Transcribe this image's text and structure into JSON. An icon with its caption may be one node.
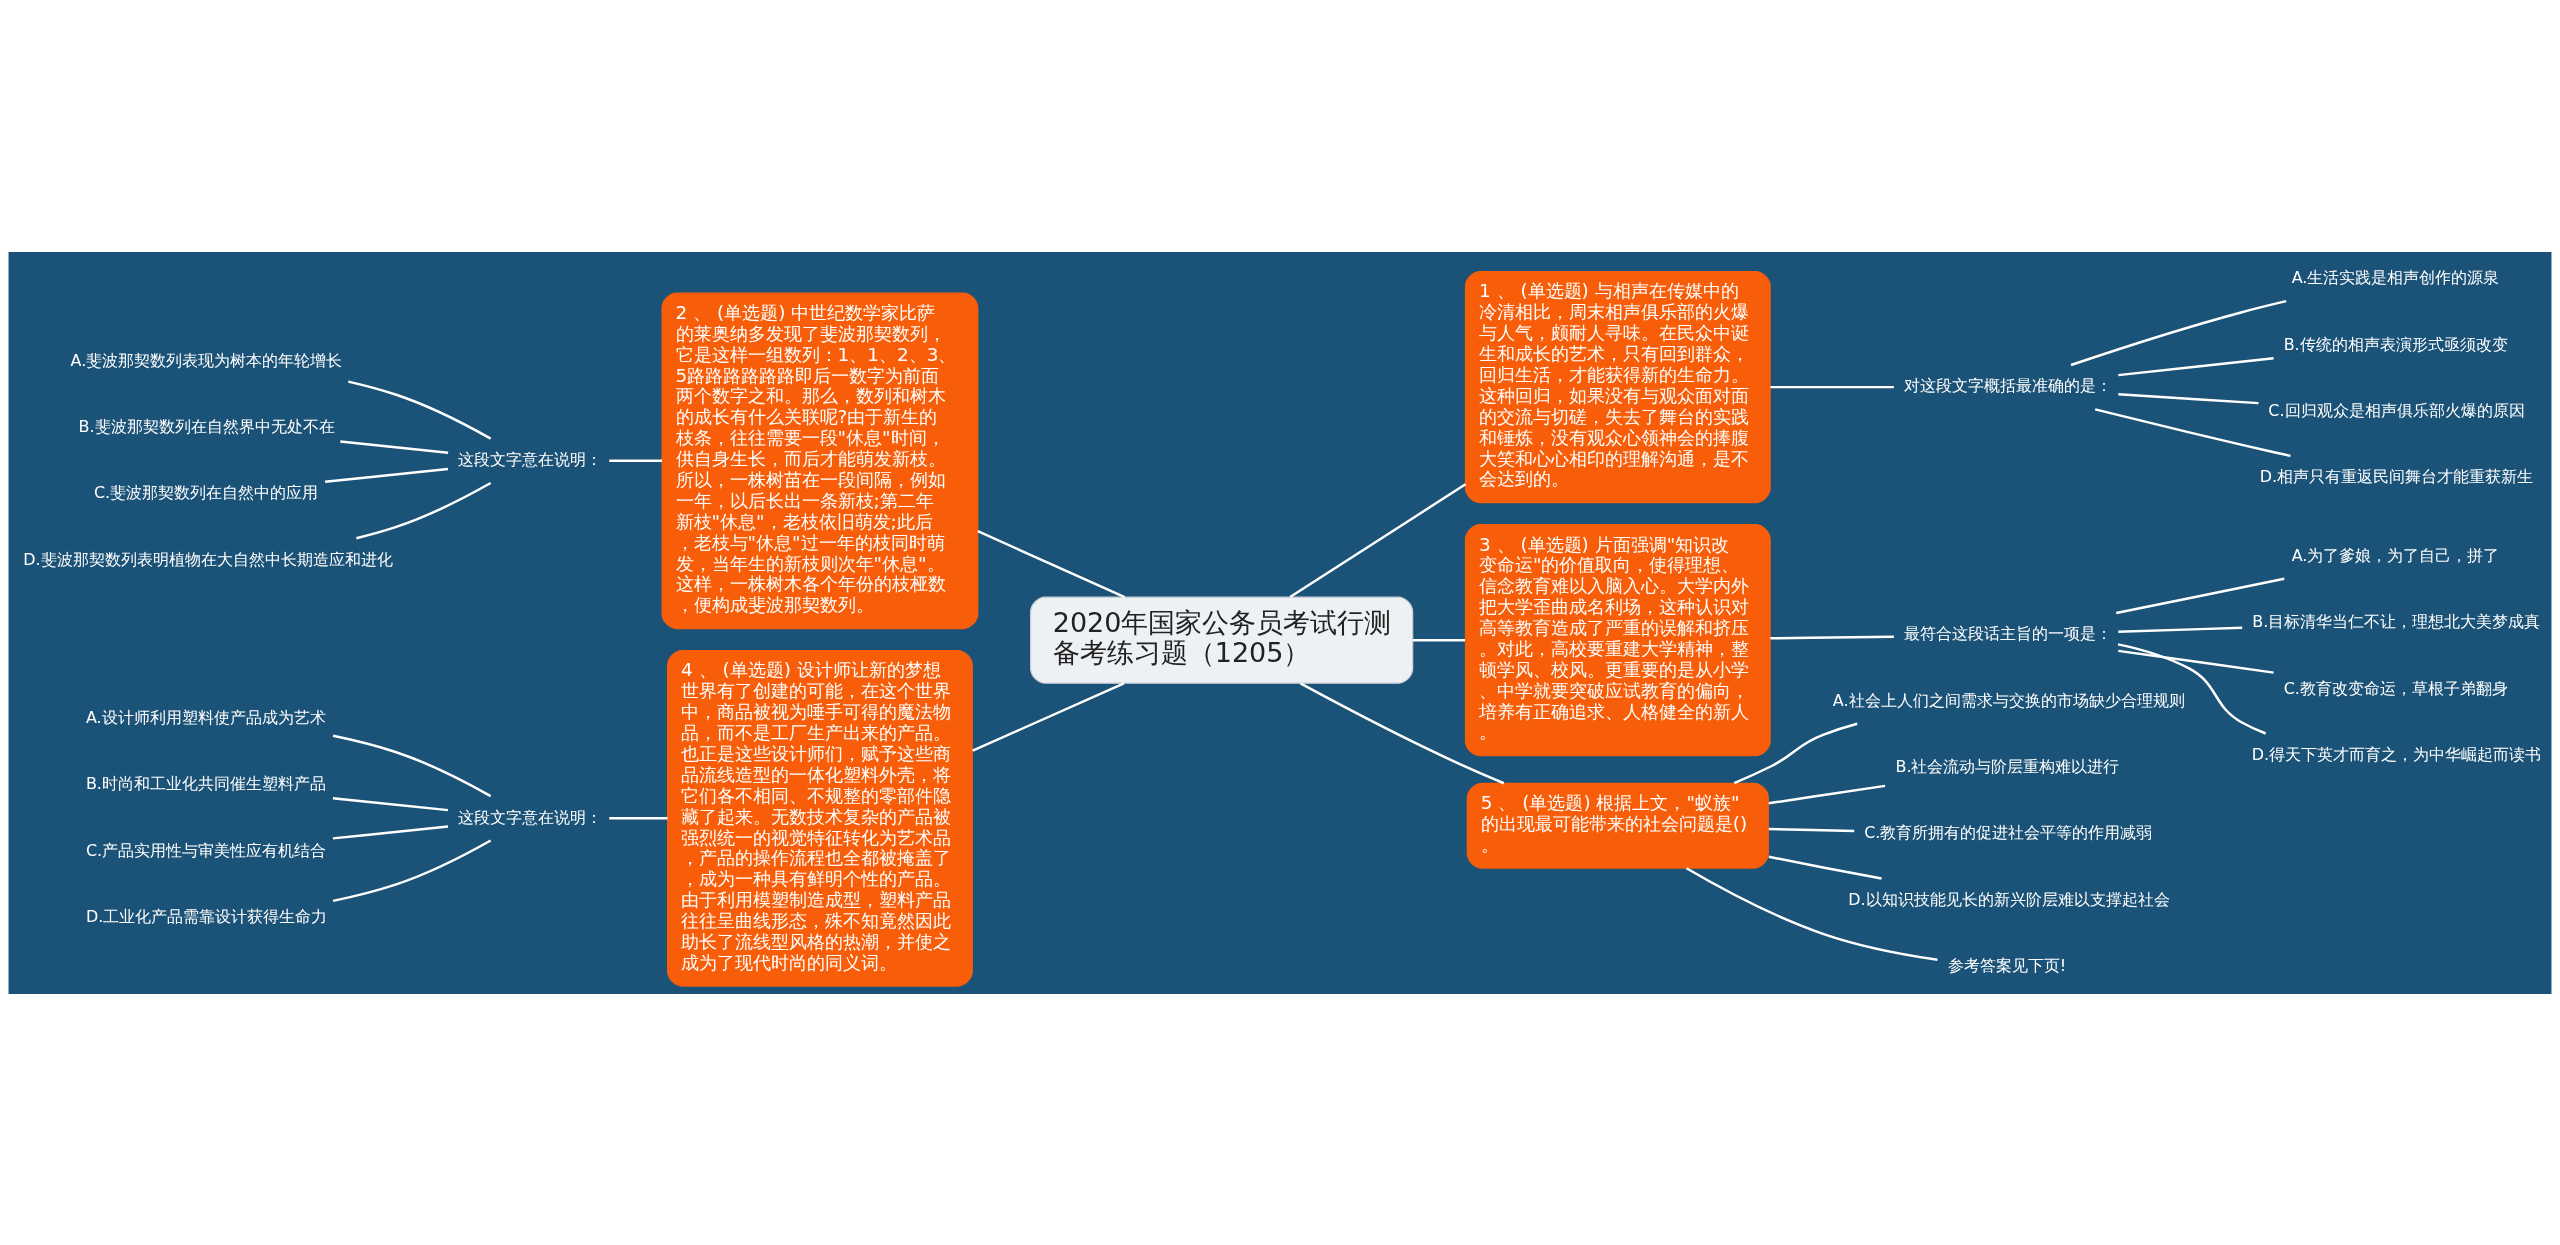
{
  "diagram": {
    "nodes": [
      {
        "text": [
          "2020年国家公务员考试行测备考练习题（1205）"
        ]
      },
      {
        "text": [
          "2 、 (单选题) 中世纪数学家比萨的莱奥纳多发现了斐波那契数列，它是这样一组数列：1、1、2、3、5路路路路路路即后一数字为前面两个数字之和。那么，数列和树木的成长有什么关联呢?由于新生的枝条，往往需要一段\"休息\"时间，供自身生长，而后才能萌发新枝。所以，一株树苗在一段间隔，例如一年，以后长出一条新枝;第二年新枝\"休息\"，老枝依旧萌发;此后，老枝与\"休息\"过一年的枝同时萌发，当年生的新枝则次年\"休息\"。这样，一株树木各个年份的枝桠数，便构成斐波那契数列。"
        ]
      },
      {
        "text": [
          "这段文字意在说明："
        ]
      },
      {
        "text": [
          "A.斐波那契数列表现为树本的年轮增长"
        ]
      },
      {
        "text": [
          "B.斐波那契数列在自然界中无处不在"
        ]
      },
      {
        "text": [
          "C.斐波那契数列在自然中的应用"
        ]
      },
      {
        "text": [
          "D.斐波那契数列表明植物在大自然中长期造应和进化"
        ]
      },
      {
        "text": [
          "4 、 (单选题) 设计师让新的梦想世界有了创建的可能，在这个世界中，商品被视为唾手可得的魔法物品，而不是工厂生产出来的产品。也正是这些设计师们，赋予这些商品流线造型的一体化塑料外壳，将它们各不相同、不规整的零部件隐藏了起来。无数技术复杂的产品被强烈统一的视觉特征转化为艺术品，产品的操作流程也全都被掩盖了，成为一种具有鲜明个性的产品。由于利用模塑制造成型，塑料产品往往呈曲线形态，殊不知竟然因此助长了流线型风格的热潮，并使之成为了现代时尚的同义词。"
        ]
      },
      {
        "text": [
          "这段文字意在说明："
        ]
      },
      {
        "text": [
          "A.设计师利用塑料使产品成为艺术"
        ]
      },
      {
        "text": [
          "B.时尚和工业化共同催生塑料产品"
        ]
      },
      {
        "text": [
          "C.产品实用性与审美性应有机结合"
        ]
      },
      {
        "text": [
          "D.工业化产品需靠设计获得生命力"
        ]
      },
      {
        "text": [
          "1 、 (单选题) 与相声在传媒中的冷清相比，周末相声俱乐部的火爆与人气，颇耐人寻味。在民众中诞生和成长的艺术，只有回到群众，回归生活，才能获得新的生命力。这种回归，如果没有与观众面对面的交流与切磋，失去了舞台的实践和锤炼，没有观众心领神会的捧腹大笑和心心相印的理解沟通，是不会达到的。"
        ]
      },
      {
        "text": [
          "对这段文字概括最准确的是："
        ]
      },
      {
        "text": [
          "A.生活实践是相声创作的源泉"
        ]
      },
      {
        "text": [
          "B.传统的相声表演形式亟须改变"
        ]
      },
      {
        "text": [
          "C.回归观众是相声俱乐部火爆的原因"
        ]
      },
      {
        "text": [
          "D.相声只有重返民间舞台才能重获新生"
        ]
      },
      {
        "text": [
          "3 、 (单选题) 片面强调\"知识改变命运\"的价值取向，使得理想、信念教育难以入脑入心。大学内外把大学歪曲成名利场，这种认识对高等教育造成了严重的误解和挤压。对此，高校要重建大学精神，整顿学风、校风。更重要的是从小学、中学就要突破应试教育的偏向，培养有正确追求、人格健全的新人。"
        ]
      },
      {
        "text": [
          "最符合这段话主旨的一项是："
        ]
      },
      {
        "text": [
          "A.为了爹娘，为了自己，拼了"
        ]
      },
      {
        "text": [
          "B.目标清华当仁不让，理想北大美梦成真"
        ]
      },
      {
        "text": [
          "C.教育改变命运，草根子弟翻身"
        ]
      },
      {
        "text": [
          "D.得天下英才而育之，为中华崛起而读书"
        ]
      },
      {
        "text": [
          "5 、 (单选题) 根据上文，\"蚁族\"的出现最可能带来的社会问题是()。"
        ]
      },
      {
        "text": [
          "A.社会上人们之间需求与交换的市场缺少合理规则"
        ]
      },
      {
        "text": [
          "B.社会流动与阶层重构难以进行"
        ]
      },
      {
        "text": [
          "C.教育所拥有的促进社会平等的作用减弱"
        ]
      },
      {
        "text": [
          "D.以知识技能见长的新兴阶层难以支撑起社会"
        ]
      },
      {
        "text": [
          "参考答案见下页!"
        ]
      }
    ],
    "edges": [
      {
        "from": 0,
        "to": 1,
        "arrow": "none"
      },
      {
        "from": 1,
        "to": 2,
        "arrow": "none"
      },
      {
        "from": 2,
        "to": 3,
        "arrow": "none"
      },
      {
        "from": 2,
        "to": 4,
        "arrow": "none"
      },
      {
        "from": 2,
        "to": 5,
        "arrow": "none"
      },
      {
        "from": 2,
        "to": 6,
        "arrow": "none"
      },
      {
        "from": 0,
        "to": 7,
        "arrow": "none"
      },
      {
        "from": 7,
        "to": 8,
        "arrow": "none"
      },
      {
        "from": 8,
        "to": 9,
        "arrow": "none"
      },
      {
        "from": 8,
        "to": 10,
        "arrow": "none"
      },
      {
        "from": 8,
        "to": 11,
        "arrow": "none"
      },
      {
        "from": 8,
        "to": 12,
        "arrow": "none"
      },
      {
        "from": 0,
        "to": 13,
        "arrow": "none"
      },
      {
        "from": 13,
        "to": 14,
        "arrow": "none"
      },
      {
        "from": 14,
        "to": 15,
        "arrow": "none"
      },
      {
        "from": 14,
        "to": 16,
        "arrow": "none"
      },
      {
        "from": 14,
        "to": 17,
        "arrow": "none"
      },
      {
        "from": 14,
        "to": 18,
        "arrow": "none"
      },
      {
        "from": 0,
        "to": 19,
        "arrow": "none"
      },
      {
        "from": 19,
        "to": 20,
        "arrow": "none"
      },
      {
        "from": 20,
        "to": 21,
        "arrow": "none"
      },
      {
        "from": 20,
        "to": 22,
        "arrow": "none"
      },
      {
        "from": 20,
        "to": 23,
        "arrow": "none"
      },
      {
        "from": 20,
        "to": 24,
        "arrow": "none"
      },
      {
        "from": 0,
        "to": 25,
        "arrow": "none"
      },
      {
        "from": 25,
        "to": 26,
        "arrow": "none"
      },
      {
        "from": 25,
        "to": 27,
        "arrow": "none"
      },
      {
        "from": 25,
        "to": 28,
        "arrow": "none"
      },
      {
        "from": 25,
        "to": 29,
        "arrow": "none"
      },
      {
        "from": 25,
        "to": 30,
        "arrow": "none"
      }
    ]
  }
}
